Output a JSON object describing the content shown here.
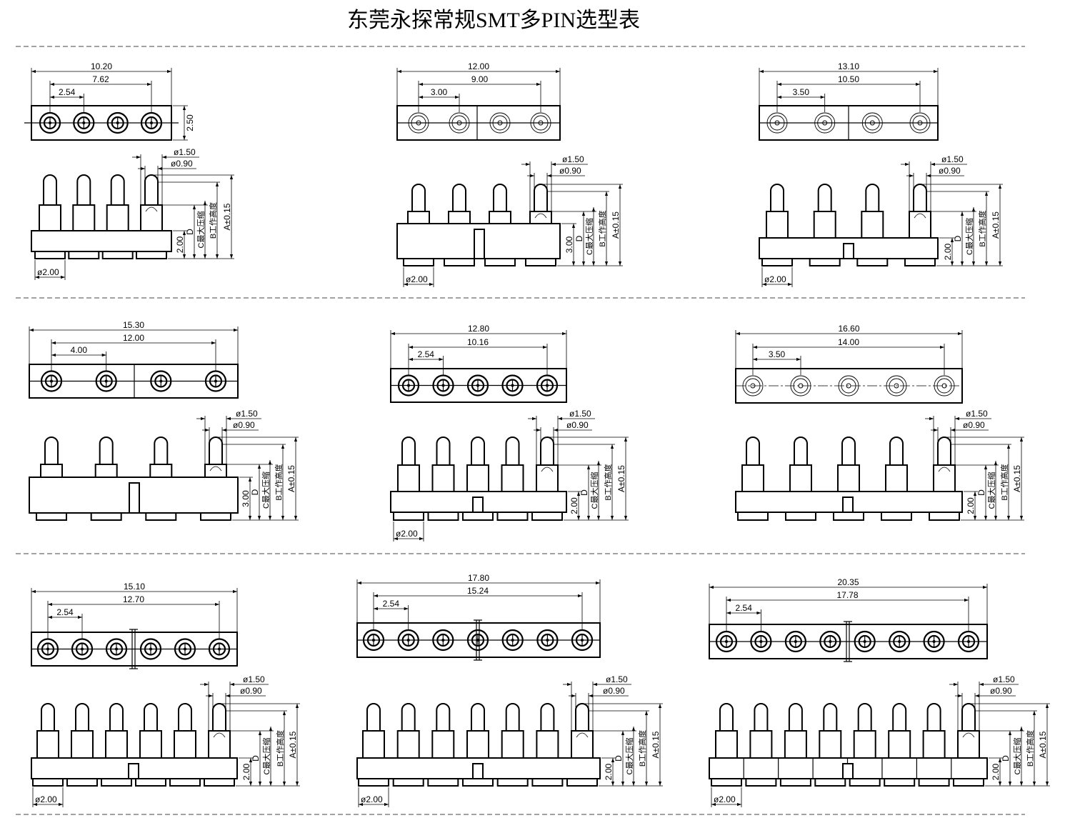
{
  "title": "东莞永探常规SMT多PIN选型表",
  "drawings": [
    {
      "pin_count": 4,
      "top": {
        "overall": "10.20",
        "span": "7.62",
        "pitch": "2.54",
        "height": "2.50"
      },
      "side": {
        "barrel_dia": "ø1.50",
        "plunger_dia": "ø0.90",
        "base_height": "2.00",
        "d": "D",
        "c": "C最大压缩",
        "b": "B工作高度",
        "a": "A±0.15",
        "foot_dia": "ø2.00"
      }
    },
    {
      "pin_count": 4,
      "top": {
        "overall": "12.00",
        "span": "9.00",
        "pitch": "3.00"
      },
      "side": {
        "barrel_dia": "ø1.50",
        "plunger_dia": "ø0.90",
        "base_height": "3.00",
        "d": "D",
        "c": "C最大压缩",
        "b": "B工作高度",
        "a": "A±0.15",
        "foot_dia": "ø2.00"
      }
    },
    {
      "pin_count": 4,
      "top": {
        "overall": "13.10",
        "span": "10.50",
        "pitch": "3.50"
      },
      "side": {
        "barrel_dia": "ø1.50",
        "plunger_dia": "ø0.90",
        "base_height": "2.00",
        "d": "D",
        "c": "C最大压缩",
        "b": "B工作高度",
        "a": "A±0.15",
        "foot_dia": "ø2.00"
      }
    },
    {
      "pin_count": 4,
      "top": {
        "overall": "15.30",
        "span": "12.00",
        "pitch": "4.00"
      },
      "side": {
        "barrel_dia": "ø1.50",
        "plunger_dia": "ø0.90",
        "base_height": "3.00",
        "d": "D",
        "c": "C最大压缩",
        "b": "B工作高度",
        "a": "A±0.15"
      }
    },
    {
      "pin_count": 5,
      "top": {
        "overall": "12.80",
        "span": "10.16",
        "pitch": "2.54"
      },
      "side": {
        "barrel_dia": "ø1.50",
        "plunger_dia": "ø0.90",
        "base_height": "2.00",
        "d": "D",
        "c": "C最大压缩",
        "b": "B工作高度",
        "a": "A±0.15",
        "foot_dia": "ø2.00"
      }
    },
    {
      "pin_count": 5,
      "top": {
        "overall": "16.60",
        "span": "14.00",
        "pitch": "3.50"
      },
      "side": {
        "barrel_dia": "ø1.50",
        "plunger_dia": "ø0.90",
        "base_height": "2.00",
        "d": "D",
        "c": "C最大压缩",
        "b": "B工作高度",
        "a": "A±0.15"
      }
    },
    {
      "pin_count": 6,
      "top": {
        "overall": "15.10",
        "span": "12.70",
        "pitch": "2.54"
      },
      "side": {
        "barrel_dia": "ø1.50",
        "plunger_dia": "ø0.90",
        "base_height": "2.00",
        "d": "D",
        "c": "C最大压缩",
        "b": "B工作高度",
        "a": "A±0.15",
        "foot_dia": "ø2.00"
      }
    },
    {
      "pin_count": 7,
      "top": {
        "overall": "17.80",
        "span": "15.24",
        "pitch": "2.54"
      },
      "side": {
        "barrel_dia": "ø1.50",
        "plunger_dia": "ø0.90",
        "base_height": "2.00",
        "d": "D",
        "c": "C最大压缩",
        "b": "B工作高度",
        "a": "A±0.15",
        "foot_dia": "ø2.00"
      }
    },
    {
      "pin_count": 8,
      "top": {
        "overall": "20.35",
        "span": "17.78",
        "pitch": "2.54"
      },
      "side": {
        "barrel_dia": "ø1.50",
        "plunger_dia": "ø0.90",
        "base_height": "2.00",
        "d": "D",
        "c": "C最大压缩",
        "b": "B工作高度",
        "a": "A±0.15",
        "foot_dia": "ø2.00"
      }
    }
  ]
}
